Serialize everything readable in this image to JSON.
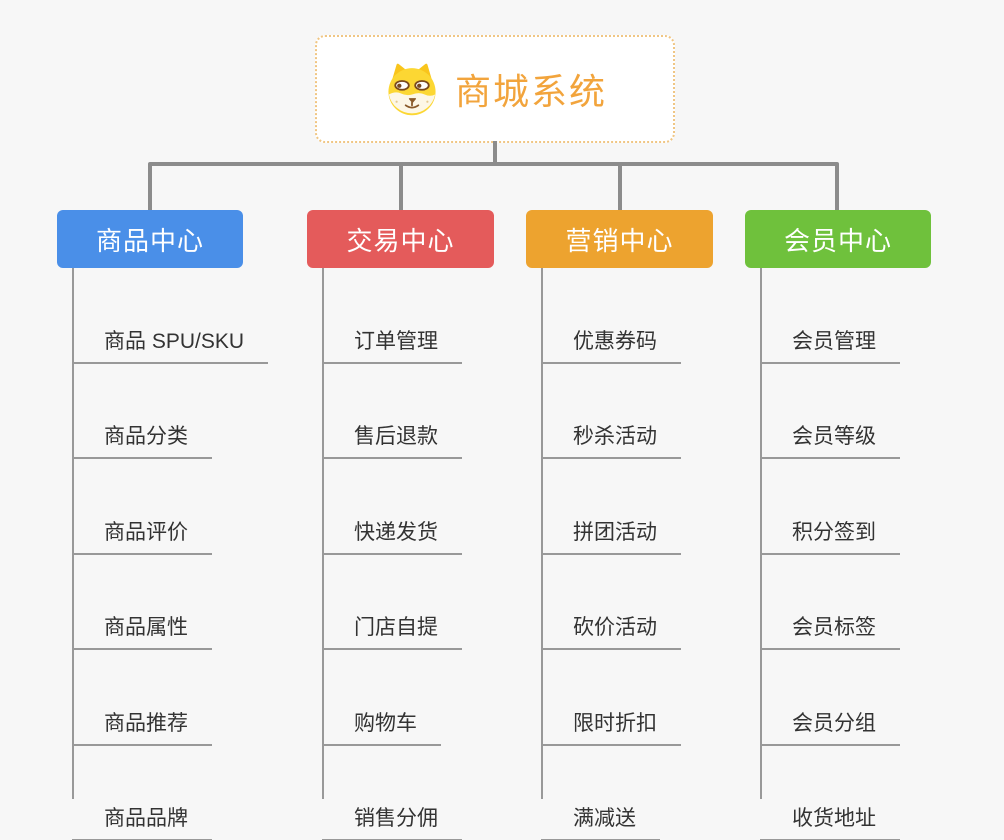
{
  "root": {
    "title": "商城系统",
    "icon": "dog-face-icon"
  },
  "branches": [
    {
      "label": "商品中心",
      "color": "#4a8fe8",
      "items": [
        "商品 SPU/SKU",
        "商品分类",
        "商品评价",
        "商品属性",
        "商品推荐",
        "商品品牌"
      ]
    },
    {
      "label": "交易中心",
      "color": "#e45b5b",
      "items": [
        "订单管理",
        "售后退款",
        "快递发货",
        "门店自提",
        "购物车",
        "销售分佣"
      ]
    },
    {
      "label": "营销中心",
      "color": "#eda32f",
      "items": [
        "优惠券码",
        "秒杀活动",
        "拼团活动",
        "砍价活动",
        "限时折扣",
        "满减送"
      ]
    },
    {
      "label": "会员中心",
      "color": "#6fc13c",
      "items": [
        "会员管理",
        "会员等级",
        "积分签到",
        "会员标签",
        "会员分组",
        "收货地址"
      ]
    }
  ],
  "colors": {
    "background": "#f7f7f7",
    "trunk_connector": "#8c8c8c",
    "branch_connector": "#999999",
    "item_text": "#333333",
    "root_text": "#f2a43c",
    "root_border": "#f0c684"
  }
}
